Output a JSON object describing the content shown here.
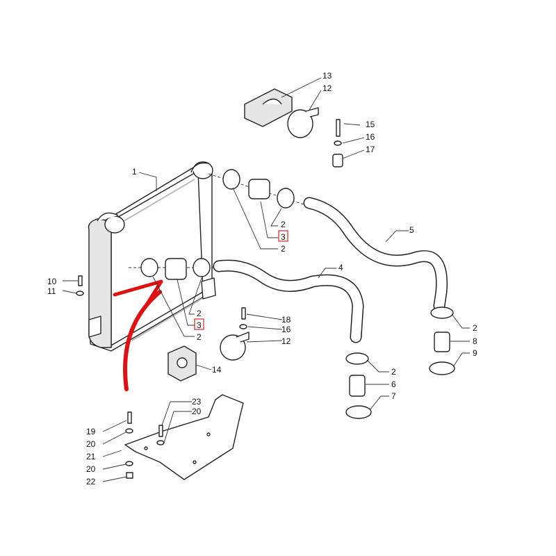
{
  "diagram": {
    "highlight_color": "#e02020",
    "arrow_color": "#e01010",
    "callouts": {
      "c13": "13",
      "c12a": "12",
      "c15": "15",
      "c16a": "16",
      "c17": "17",
      "c1": "1",
      "c2a": "2",
      "c3a": "3",
      "c2b": "2",
      "c5": "5",
      "c4": "4",
      "c10": "10",
      "c11": "11",
      "c2c": "2",
      "c3b": "3",
      "c2d": "2",
      "c18": "18",
      "c16b": "16",
      "c12b": "12",
      "c14": "14",
      "c2e": "2",
      "c8": "8",
      "c9": "9",
      "c2f": "2",
      "c6": "6",
      "c7": "7",
      "c23": "23",
      "c20a": "20",
      "c19": "19",
      "c20b": "20",
      "c21": "21",
      "c20c": "20",
      "c22": "22"
    }
  }
}
